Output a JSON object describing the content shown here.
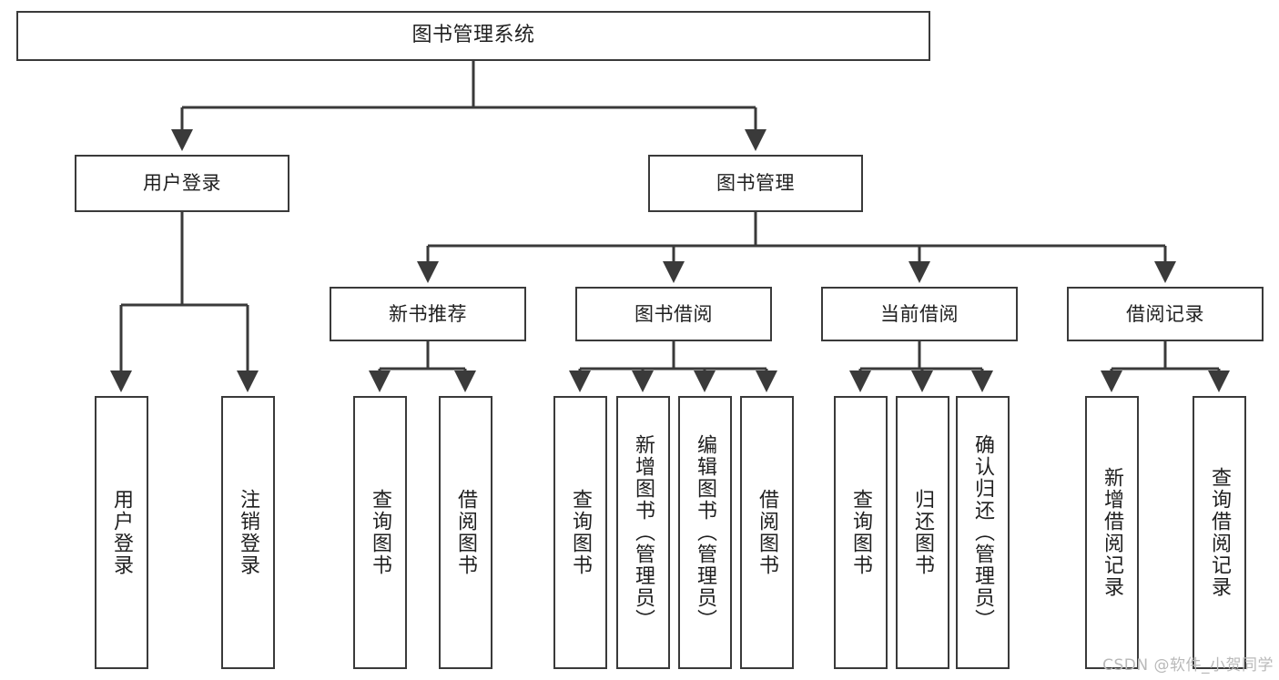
{
  "diagram": {
    "title": "图书管理系统",
    "type": "tree-structure-chart",
    "colors": {
      "background": "#ffffff",
      "stroke": "#3a3a3a",
      "text": "#1f1f1f",
      "watermark": "#b9b9b9"
    },
    "root": {
      "label": "图书管理系统"
    },
    "level2": [
      {
        "label": "用户登录"
      },
      {
        "label": "图书管理"
      }
    ],
    "level3": [
      {
        "label": "新书推荐"
      },
      {
        "label": "图书借阅"
      },
      {
        "label": "当前借阅"
      },
      {
        "label": "借阅记录"
      }
    ],
    "leaves": {
      "user_login": [
        {
          "label": "用户登录"
        },
        {
          "label": "注销登录"
        }
      ],
      "new_book_recommend": [
        {
          "label": "查询图书"
        },
        {
          "label": "借阅图书"
        }
      ],
      "book_borrow": [
        {
          "label": "查询图书"
        },
        {
          "label": "新增图书（管理员）"
        },
        {
          "label": "编辑图书（管理员）"
        },
        {
          "label": "借阅图书"
        }
      ],
      "current_borrow": [
        {
          "label": "查询图书"
        },
        {
          "label": "归还图书"
        },
        {
          "label": "确认归还（管理员）"
        }
      ],
      "borrow_record": [
        {
          "label": "新增借阅记录"
        },
        {
          "label": "查询借阅记录"
        }
      ]
    }
  },
  "watermark": {
    "text": "CSDN @软件_小贺同学"
  }
}
